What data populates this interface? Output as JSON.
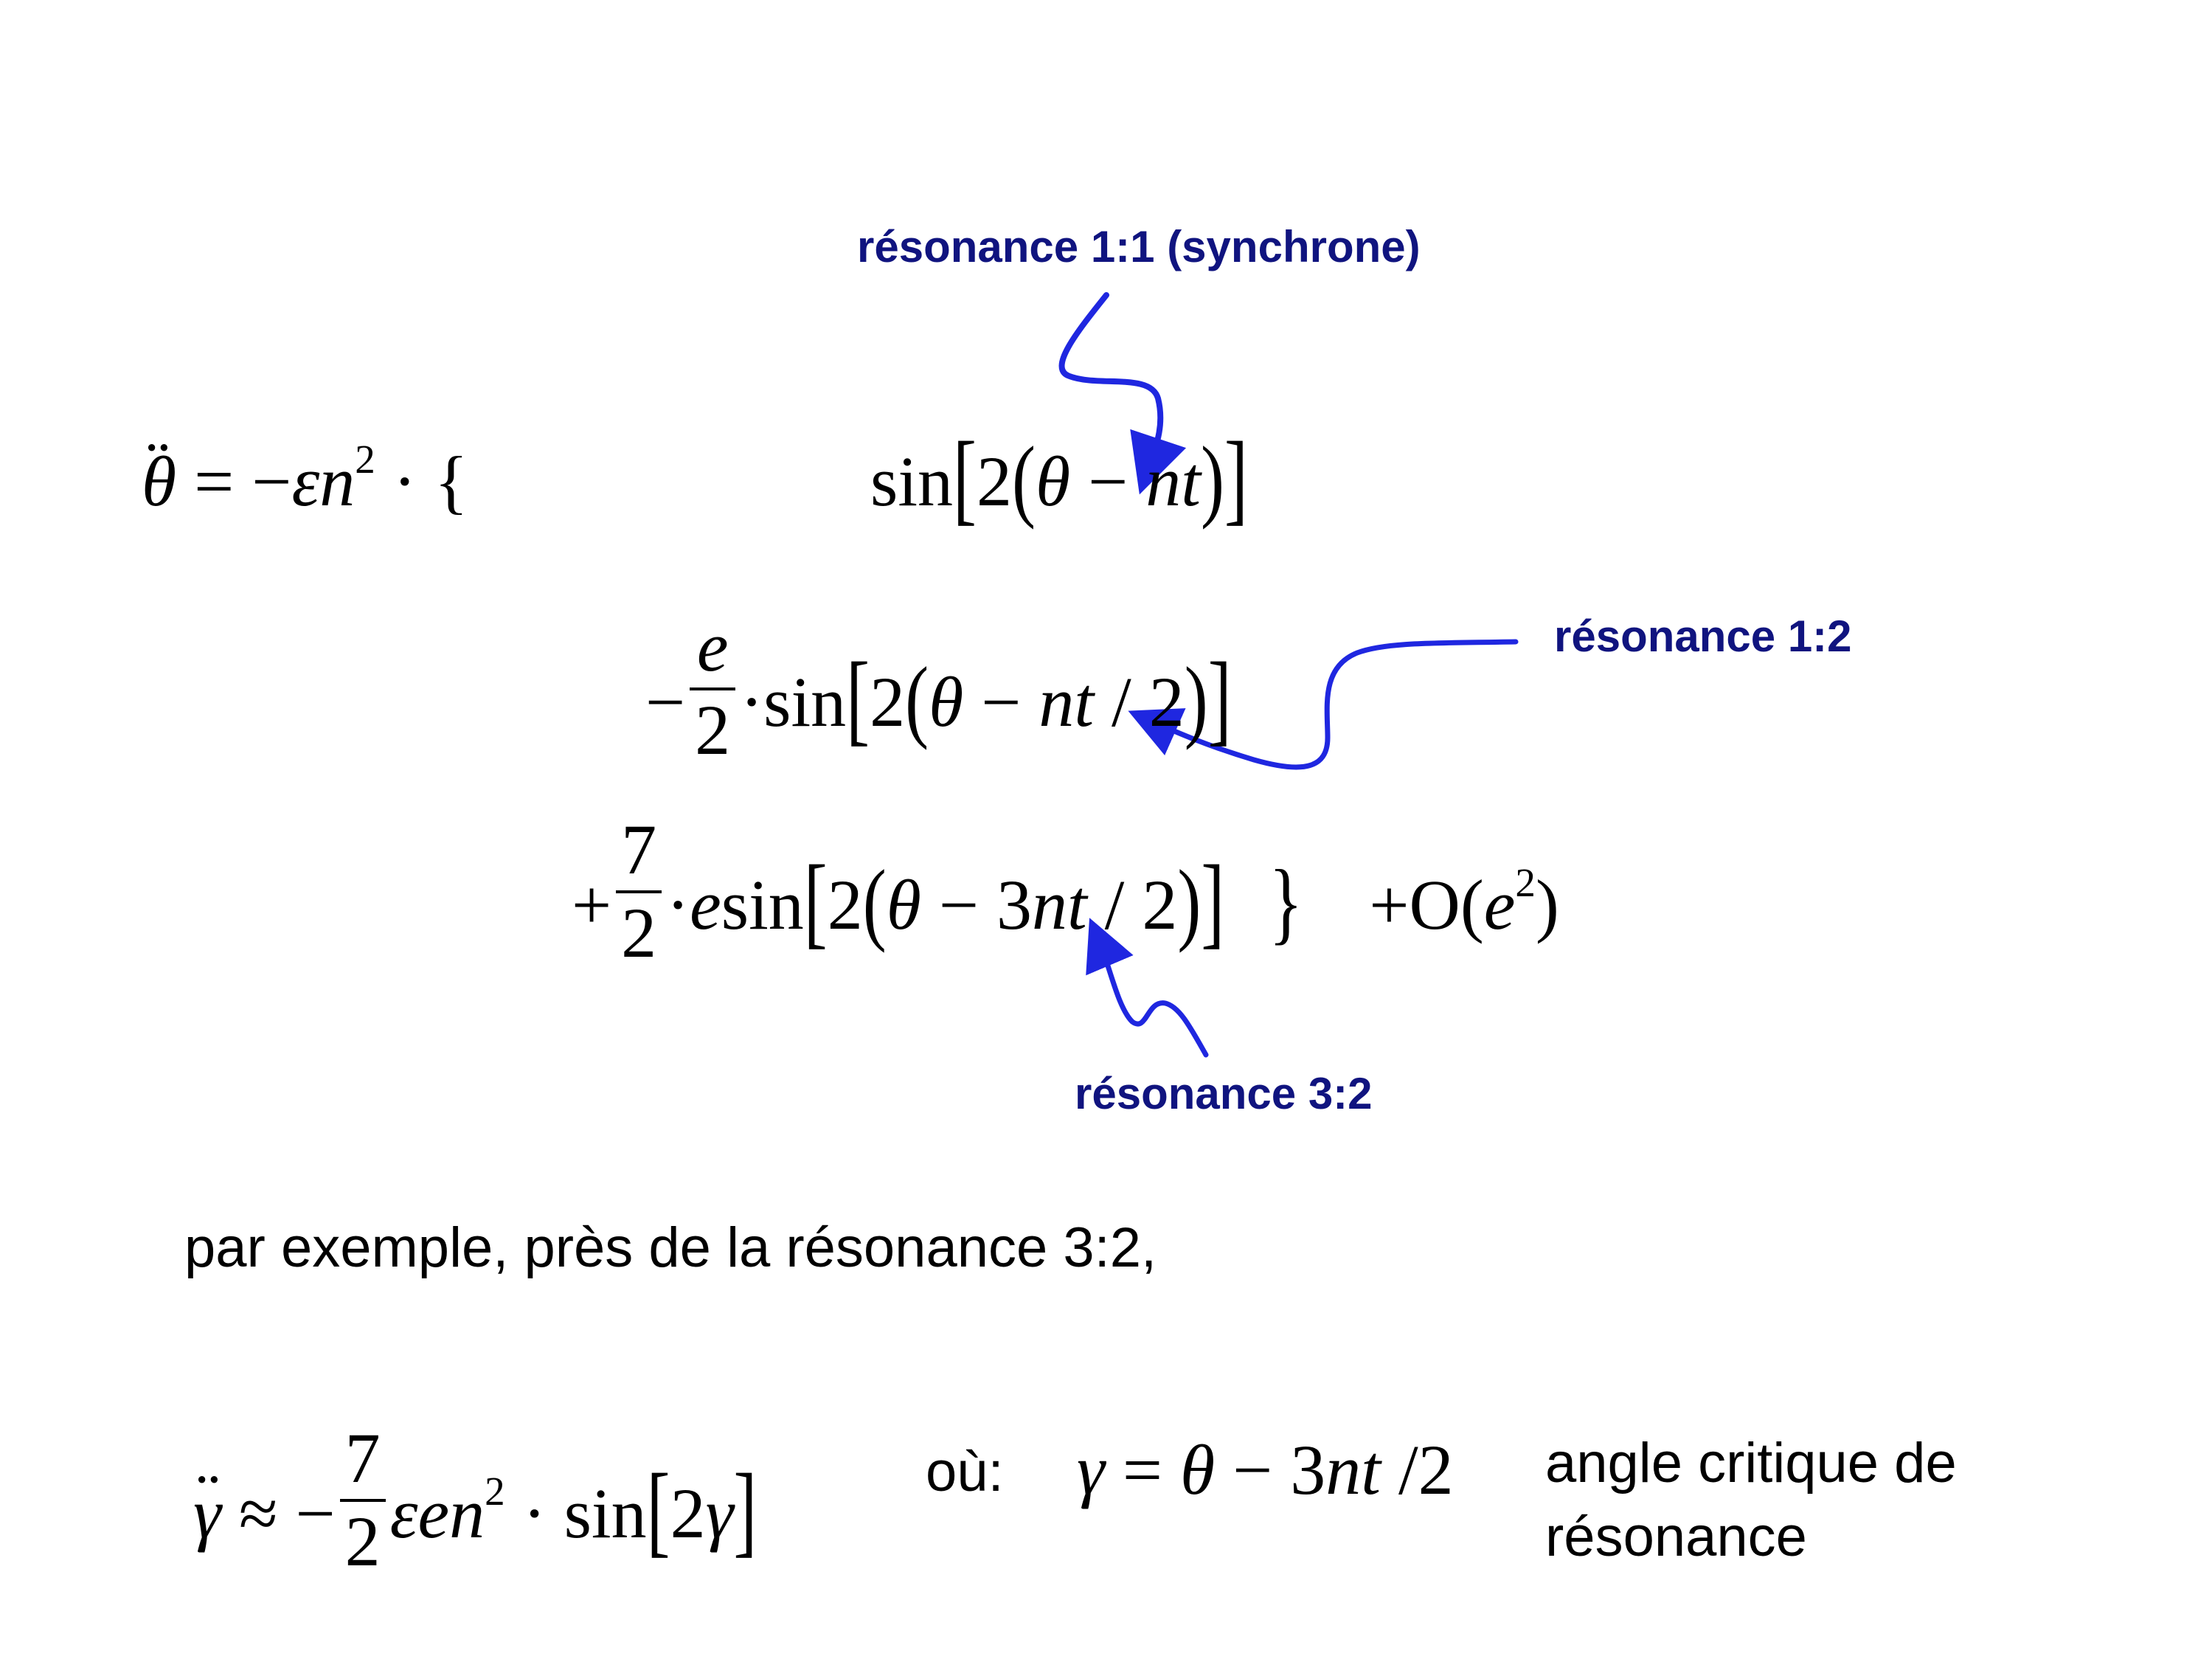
{
  "colors": {
    "annotation_text": "#10147f",
    "arrow": "#1f27e0",
    "text": "#000000"
  },
  "annotations": {
    "res_1_1": "résonance 1:1 (synchrone)",
    "res_1_2": "résonance 1:2",
    "res_3_2": "résonance 3:2"
  },
  "equation_main": {
    "lhs_theta": "θ",
    "lhs_dots": "¨",
    "equals_minus": " = −",
    "epsilon_n": "εn",
    "exp_2": "2",
    "dot_brace": " · {",
    "term1": {
      "sin": "sin",
      "bracket_open": "[",
      "two": "2",
      "paren_open": "(",
      "theta": "θ",
      "minus": " − ",
      "nt": "nt",
      "paren_close": ")",
      "bracket_close": "]"
    },
    "term2": {
      "minus": "−",
      "frac_num": "e",
      "frac_den": "2",
      "dot": "·",
      "sin": "sin",
      "bracket_open": "[",
      "two": "2",
      "paren_open": "(",
      "theta": "θ",
      "minus_nt": " − ",
      "nt": "nt",
      "over_2": " / 2",
      "paren_close": ")",
      "bracket_close": "]"
    },
    "term3": {
      "plus": "+",
      "frac_num": "7",
      "frac_den": "2",
      "dot": "·",
      "e": "e",
      "sin": "sin",
      "bracket_open": "[",
      "two": "2",
      "paren_open": "(",
      "theta": "θ",
      "minus_3": " − 3",
      "nt": "nt",
      "over_2": " / 2",
      "paren_close": ")",
      "bracket_close": "]",
      "close_brace": "}",
      "plus_O": "+O",
      "O_paren_open": "(",
      "O_e": "e",
      "O_exp": "2",
      "O_paren_close": ")"
    }
  },
  "text_example": "par exemple, près de la résonance 3:2,",
  "equation_gamma": {
    "gamma": "γ",
    "dots": "¨",
    "approx_minus": " ≈ −",
    "frac_num": "7",
    "frac_den": "2",
    "eps_e_n": "εen",
    "exp_2": "2",
    "dot": " · ",
    "sin": "sin",
    "bracket_open": "[",
    "two_gamma_2": "2",
    "two_gamma_g": "γ",
    "bracket_close": "]"
  },
  "where": {
    "label": "où:",
    "gamma": "γ",
    "equals": " = ",
    "theta": "θ",
    "minus_3": " − 3",
    "nt": "nt",
    "over_2": " /2"
  },
  "critical_angle": {
    "line1": "angle critique de",
    "line2": "résonance"
  }
}
